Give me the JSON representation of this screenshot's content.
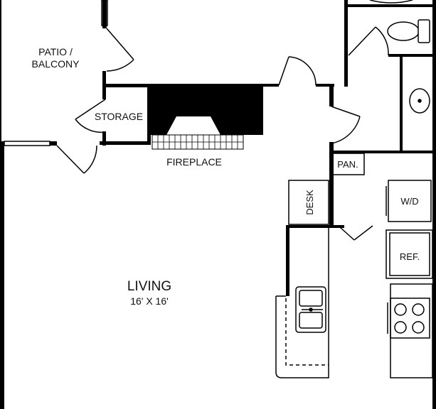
{
  "rooms": {
    "patio_line1": "PATIO /",
    "patio_line2": "BALCONY",
    "storage": "STORAGE",
    "fireplace": "FIREPLACE",
    "living": "LIVING",
    "living_dims": "16' X 16'",
    "pantry": "PAN.",
    "desk": "DESK",
    "washer_dryer": "W/D",
    "refrigerator": "REF."
  },
  "icons": [
    "toilet-icon",
    "sink-icon",
    "kitchen-sink-icon",
    "stove-icon",
    "fireplace-icon",
    "door-swing-icon"
  ],
  "colors": {
    "wall": "#000000",
    "background": "#ffffff"
  }
}
